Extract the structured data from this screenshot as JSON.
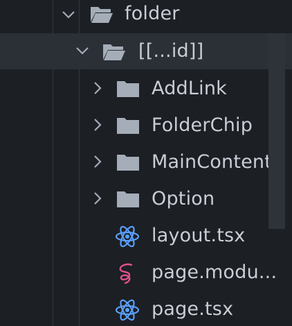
{
  "explorer": {
    "items": [
      {
        "label": "folder",
        "type": "folder",
        "expanded": true
      },
      {
        "label": "[[...id]]",
        "type": "folder",
        "expanded": true
      },
      {
        "label": "AddLink",
        "type": "folder",
        "expanded": false
      },
      {
        "label": "FolderChip",
        "type": "folder",
        "expanded": false
      },
      {
        "label": "MainContent",
        "type": "folder",
        "expanded": false
      },
      {
        "label": "Option",
        "type": "folder",
        "expanded": false
      },
      {
        "label": "layout.tsx",
        "type": "file",
        "icon": "react-icon"
      },
      {
        "label": "page.modu...",
        "type": "file",
        "icon": "sass-icon"
      },
      {
        "label": "page.tsx",
        "type": "file",
        "icon": "react-icon"
      }
    ]
  },
  "colors": {
    "background": "#1c1f24",
    "selected_row": "#2b2f36",
    "text": "#c9ced6",
    "folder_icon": "#a4adb8",
    "react_icon": "#5aa0ff",
    "sass_icon": "#e0508c"
  }
}
